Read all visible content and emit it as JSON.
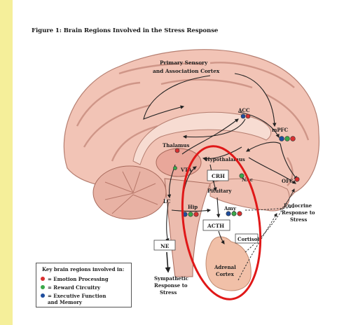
{
  "figure": {
    "title": "Figure 1: Brain Regions Involved in the Stress Response"
  },
  "labels": {
    "primary_sensory": [
      "Primary Sensory",
      "and Association Cortex"
    ],
    "acc": "ACC",
    "mpfc": "mPFC",
    "thalamus": "Thalamus",
    "hypothalamus": "Hypothalamus",
    "vta": "VTA",
    "crh": "CRH",
    "nac": "NAc",
    "ofc": "OFC",
    "pituitary": "Pituitary",
    "lc": "LC",
    "hip": "Hip",
    "amy": "Amy",
    "acth": "ACTH",
    "cortisol": "Cortisol",
    "ne": "NE",
    "endocrine": [
      "Endocrine",
      "Response to",
      "Stress"
    ],
    "adrenal": [
      "Adrenal",
      "Cortex"
    ],
    "sympathetic": [
      "Sympathetic",
      "Response to",
      "Stress"
    ]
  },
  "legend": {
    "heading": "Key brain regions involved in:",
    "items": [
      {
        "label": "= Emotion Processing",
        "color": "#d93030"
      },
      {
        "label": "= Reward Circuitry",
        "color": "#3aa84a"
      },
      {
        "label": "= Executive Function",
        "label2": "and Memory",
        "color": "#1f4e9e"
      }
    ]
  },
  "colors": {
    "emotion": "#d93030",
    "reward": "#3aa84a",
    "executive": "#1f4e9e",
    "highlight": "#e01818",
    "side_bar": "#f5ef9a"
  }
}
